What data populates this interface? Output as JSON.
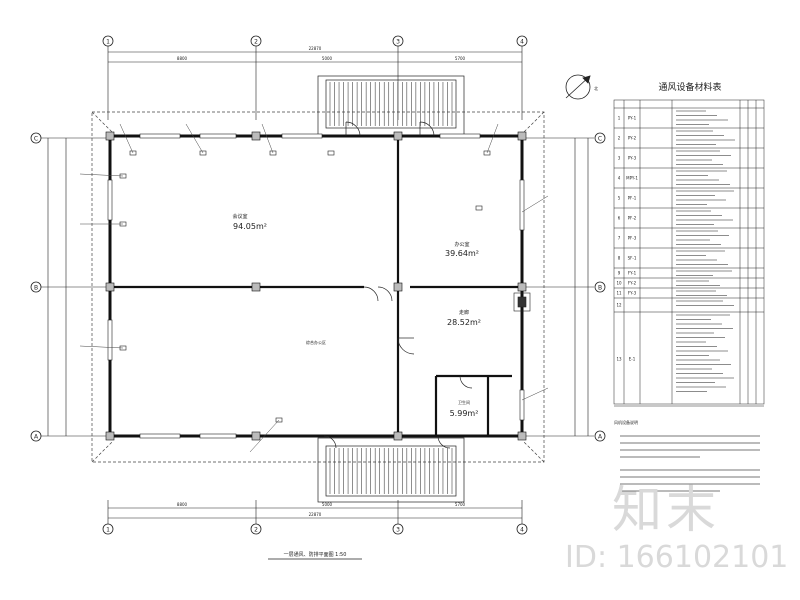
{
  "axes": {
    "top": [
      "1",
      "2",
      "3",
      "4"
    ],
    "left": [
      "C",
      "B",
      "A"
    ],
    "right": [
      "C",
      "B",
      "A"
    ]
  },
  "dimensions": {
    "top_total": "22870",
    "top_segments": [
      "8800",
      "5000",
      "5700"
    ],
    "bottom_total": "22870",
    "bottom_segments": [
      "8800",
      "5000",
      "5700"
    ]
  },
  "rooms": [
    {
      "name": "会议室",
      "area": "94.05m²"
    },
    {
      "name": "办公室",
      "area": "39.64m²"
    },
    {
      "name": "走廊",
      "area": "28.52m²"
    },
    {
      "name": "卫生间",
      "area": "5.99m²"
    },
    {
      "name": "综合办公区",
      "area": ""
    }
  ],
  "schedule": {
    "title": "通风设备材料表",
    "rows": [
      {
        "no": "1",
        "code": "PY-1"
      },
      {
        "no": "2",
        "code": "PY-2"
      },
      {
        "no": "3",
        "code": "PY-3"
      },
      {
        "no": "4",
        "code": "MPY-1"
      },
      {
        "no": "5",
        "code": "PF-1"
      },
      {
        "no": "6",
        "code": "PF-2"
      },
      {
        "no": "7",
        "code": "PF-3"
      },
      {
        "no": "8",
        "code": "SF-1"
      },
      {
        "no": "9",
        "code": "FY-1"
      },
      {
        "no": "10",
        "code": "FY-2"
      },
      {
        "no": "11",
        "code": "FY-3"
      },
      {
        "no": "12",
        "code": ""
      },
      {
        "no": "13",
        "code": "E-1"
      }
    ]
  },
  "notes_title": "风机设备说明",
  "drawing_title": "一层通风、防排平面图 1:50",
  "north_label": "北",
  "watermark": {
    "logo": "知末",
    "id": "ID: 166102101"
  }
}
